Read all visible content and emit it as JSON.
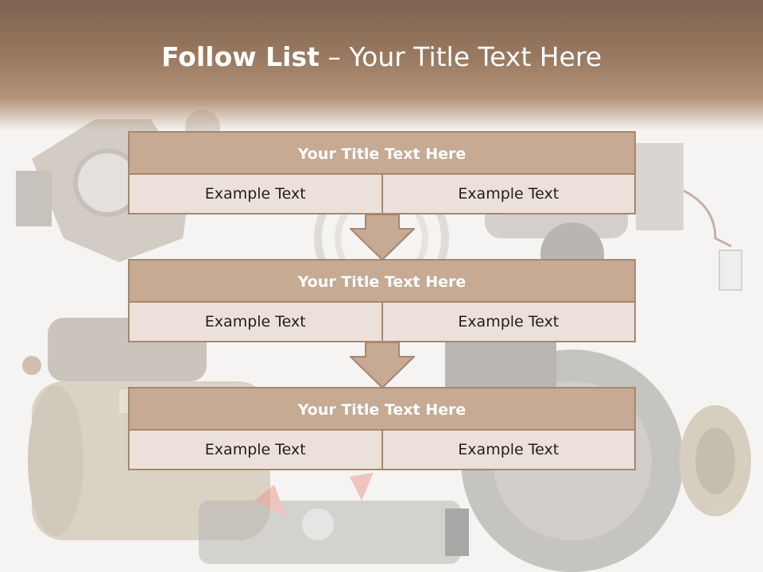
{
  "title": {
    "bold": "Follow List",
    "rest": "– Your Title Text Here"
  },
  "blocks": [
    {
      "heading": "Your Title Text Here",
      "left": "Example Text",
      "right": "Example Text"
    },
    {
      "heading": "Your Title Text Here",
      "left": "Example Text",
      "right": "Example Text"
    },
    {
      "heading": "Your Title Text Here",
      "left": "Example Text",
      "right": "Example Text"
    }
  ],
  "colors": {
    "header": "#8a6d57",
    "block_title": "#c6aa93",
    "cell": "#ece1da",
    "border": "#a5876f"
  },
  "background_image": "auto-parts-photo"
}
